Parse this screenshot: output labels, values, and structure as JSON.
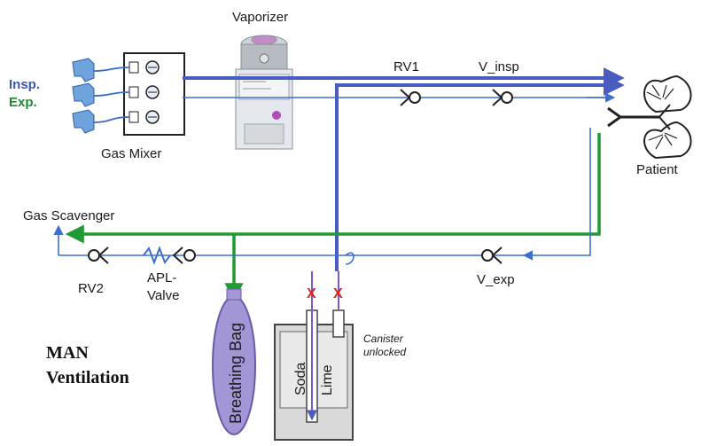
{
  "legend": {
    "insp": "Insp.",
    "exp": "Exp.",
    "insp_color": "#3a56b0",
    "exp_color": "#1e8c2e"
  },
  "labels": {
    "vaporizer": "Vaporizer",
    "gas_mixer": "Gas Mixer",
    "rv1": "RV1",
    "v_insp": "V_insp",
    "patient": "Patient",
    "gas_scavenger": "Gas Scavenger",
    "rv2": "RV2",
    "apl_line1": "APL-",
    "apl_line2": "Valve",
    "v_exp": "V_exp",
    "breathing_bag": "Breathing Bag",
    "soda": "Soda",
    "lime": "Lime",
    "canister_line1": "Canister",
    "canister_line2": "unlocked",
    "mode_line1": "MAN",
    "mode_line2": "Ventilation",
    "valve_x1": "X",
    "valve_x2": "X"
  },
  "colors": {
    "insp_thick": "#4a5cc0",
    "insp_thin": "#3b6fd0",
    "exp_green": "#1f9a34",
    "bag_fill": "#a496d6",
    "x_marker": "#e02020"
  }
}
